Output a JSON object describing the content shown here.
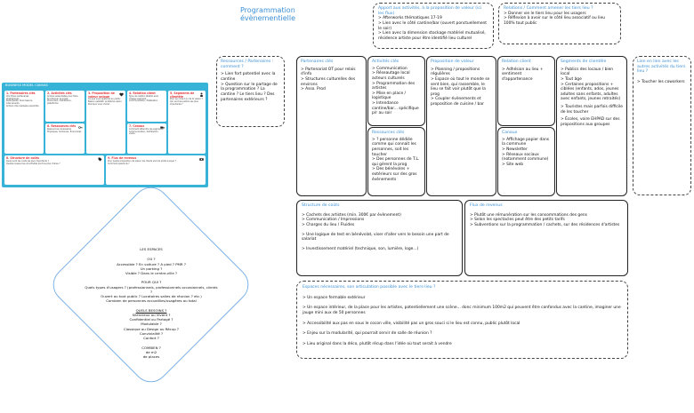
{
  "page_title": {
    "line1": "Programmation",
    "line2": "évènementielle"
  },
  "bmc": {
    "title": "BUSINESS MODEL CANVAS",
    "cells": [
      {
        "heading": "1. Partenaires clés",
        "body": "Vos futurs partenaires stratégiques\nParticipants, fournisseurs, intervenants\nActions clés réalisées ensemble"
      },
      {
        "heading": "2. Activités clés",
        "body": "Actions essentielles pour faire fonctionner le projet\nProduction, distribution, plateforme"
      },
      {
        "heading": "3. Proposition de valeur unique",
        "body": "Ce que vous apportez au public\nBesoin satisfait, problème résolu\nPourquoi vous choisir"
      },
      {
        "heading": "4. Relation client",
        "body": "Type de relation établie avec chaque segment\nCommunication, fidélisation"
      },
      {
        "heading": "5. Segments de clientèle",
        "body": "Pour qui crée-t-on de la valeur ?\nQui sont les publics les plus importants ?"
      },
      {
        "heading": "6. Ressources clés",
        "body": "Ressources nécessaires\nPhysiques, humaines, financières"
      },
      {
        "heading": "7. Canaux",
        "body": "Comment atteindre les segments\nCommunication, distribution, vente"
      },
      {
        "heading": "8. Structure de coûts",
        "body": "Quels sont les coûts les plus importants ?\nQuelles ressources et activités sont les plus chères ?"
      },
      {
        "heading": "9. Flux de revenus",
        "body": "Pour quelle proposition de valeur les clients sont-ils prêts à payer ?\nComment paient-ils ?"
      }
    ]
  },
  "notes": {
    "apport": {
      "title": "Apport aux activités, à la proposition de valeur (ici les flux)",
      "items": [
        "> Afterworks thématiques 17-19",
        "> Lien avec le côté cantine/bar (ouvert ponctuellement le soir)",
        "> Lien avec la dimension stockage matériel mutualisé, résidence artiste pour être identifié lieu culturel"
      ]
    },
    "relations": {
      "title": "Relations / Comment amener les tiers lieu ?",
      "items": [
        "> Donner vie le tiers lieu pour les usagers",
        "> Réflexion à avoir sur le côté lieu associatif ou lieu 100% tout public"
      ]
    },
    "ressources": {
      "title": "Ressources / Partenaires : comment ?",
      "items": [
        "> Lien fort potentiel avec la cantine",
        "> Question sur le partage de la programmation ? La cantine ? Le tiers lieu ? Des partenaires extérieurs ?"
      ]
    },
    "lien": {
      "title": "Lien en lien avec les autres activités du tiers lieu ?",
      "items": [
        "> Toucher les coworkers"
      ]
    },
    "espaces": {
      "title": "Espaces nécessaires, son articulation possible avec le tiers-lieu ?",
      "items": [
        "> Un espace fermable extérieur",
        "> Un espace intérieur, de la place pour les artistes, potentiellement une scène... donc minimum 100m2 qui peuvent être confondus avec la cantine, imaginer une jauge mini aux de 50 personnes",
        "> Accessibilité aux pas en sous le cocon ville, visibilité pas un gros souci si le lieu est connu, public plutôt local",
        "> Enjeu sur la modularité, qui pourrait servir de salle de réunion ?",
        "> Lieu original dans la déco, plutôt récup dans l'idée où tout serait à vendre"
      ]
    }
  },
  "canvas": {
    "partenaires": {
      "title": "Partenaires clés",
      "items": [
        "> Partenariat OT pour relais d'info",
        "> Structures culturelles des environs",
        "> Asso. Prod"
      ]
    },
    "activites": {
      "title": "Activités clés",
      "items": [
        "> Communication",
        "> Réseautage local acteurs culturels",
        "> Programmation des artistes",
        "> Mise en place / logistique",
        "> Intendance cantine/bar... spécifique p/r au soir"
      ]
    },
    "ressources": {
      "title": "Ressources clés",
      "items": [
        "> ? personne dédiée comme qui connait les personnes, soit les toucher",
        "> Des personnes de T.L. qui gèrent la prog",
        "> Des bénévoles + extérieurs sur des gros évènements"
      ]
    },
    "proposition": {
      "title": "Proposition de valeur",
      "items": [
        "> Planning / propositions régulières",
        "> Espace où tout le monde se sent bien, qui rassemble, le lieu se fait voir plutôt que la prog",
        "> Coupler évènements et proposition de cuisine / bar"
      ]
    },
    "relation": {
      "title": "Relation client",
      "items": [
        "> Adhésion au lieu + sentiment d'appartenance"
      ]
    },
    "canaux": {
      "title": "Canaux",
      "items": [
        "> Affichage papier dans la commune",
        "> Newsletter",
        "> Réseaux sociaux (notamment commune)",
        "> Site web"
      ]
    },
    "segments": {
      "title": "Segments de clientèle",
      "items": [
        "> Publics des locaux / bien local",
        "> Tout âge",
        "> Certaines propositions + ciblées (enfants, ados, jeunes adultes sans enfants, adultes avec enfants, jeunes retraités)",
        "> Touristes mais parfois difficile de les toucher",
        "> Écoles, voire EHPAD sur des propositions aux groupes"
      ]
    },
    "couts": {
      "title": "Structure de coûts",
      "items": [
        "> Cachets des artistes (min. 300€ par évènement)",
        "> Communication / Impressions",
        "> Charges du lieu / Fluides",
        "> Une logique de test en bénévolat, viser d'aller vers le besoin une part de salariat",
        "> Investissement matériel (technique, son, lumière, loge...)"
      ]
    },
    "revenus": {
      "title": "Flux de revenus",
      "items": [
        "> Plutôt une rémunération sur les consommations des gens",
        "> Selon les spectacles peut être des petits tarifs",
        "> Subventions sur la programmation / cachets, sur des résidences d'artistes"
      ]
    }
  },
  "diamond": {
    "title": "LES ESPACES",
    "sections": [
      {
        "heading": "OÙ ?",
        "lines": [
          "Accessible ? En voiture ? A pied ? PMR ?",
          "Un parking ?",
          "Visible ? Dans le centre-ville ?"
        ]
      },
      {
        "heading": "POUR QUI ?",
        "lines": [
          "Quels types d'usagers ? (professionnels, professionnels occasionnels, clients ?",
          "Ouvert au tout public ? Locataires salles de réunion ? etc.)",
          "Combien de personnes accueillies/usagères au total"
        ]
      },
      {
        "heading": "QUELS BESOINS ?",
        "lines": [
          "Silencieux ou Vivant ?",
          "Confidentiel ou Partagé ?",
          "Modulable ?",
          "Classique ou Design ou Récup ?",
          "Convivialité ?",
          "Confort ?"
        ]
      },
      {
        "heading": "COMBIEN ?",
        "lines": [
          "de m2",
          "de places"
        ]
      }
    ]
  },
  "colors": {
    "accent": "#3b8fd6",
    "bmc": "#37b3d8",
    "bmc_heading": "#e0373b"
  },
  "icons": [
    "heart-icon",
    "key-icon",
    "people-icon",
    "truck-icon",
    "money-icon",
    "tag-icon"
  ]
}
